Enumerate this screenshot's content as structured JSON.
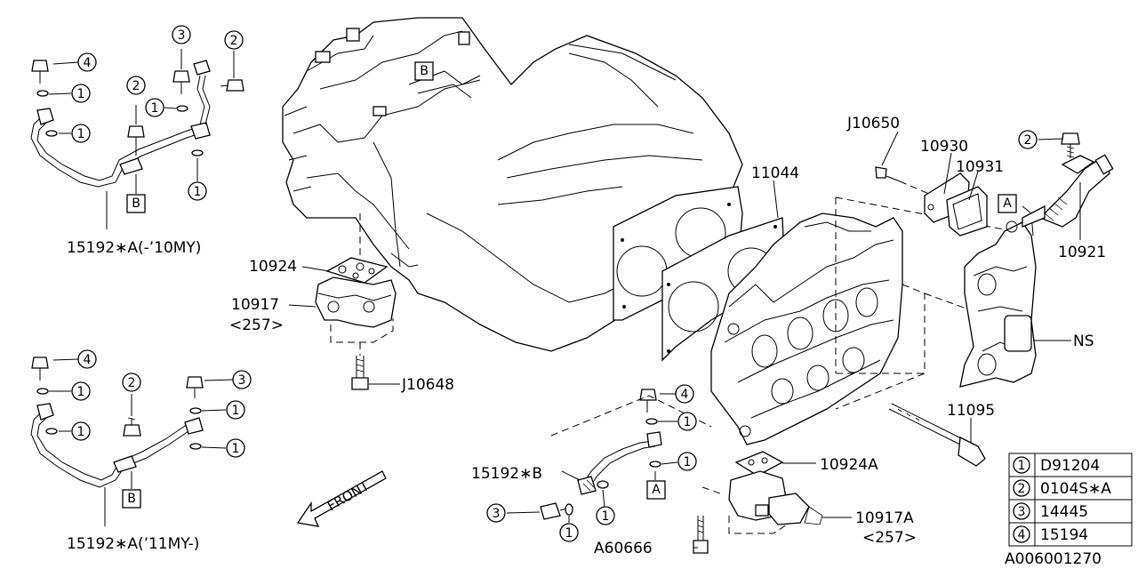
{
  "callout_numbers": {
    "one": "1",
    "two": "2",
    "three": "3",
    "four": "4"
  },
  "ref_letters": {
    "a": "A",
    "b": "B"
  },
  "part_labels": {
    "p15192a_old": "15192∗A(-’10MY)",
    "p15192a_new": "15192∗A(’11MY-)",
    "p15192b": "15192∗B",
    "p10924": "10924",
    "p10917": "10917",
    "p10917_sub": "<257>",
    "pj10648": "J10648",
    "pj10650": "J10650",
    "p10930": "10930",
    "p10931": "10931",
    "p11044": "11044",
    "p10921": "10921",
    "pns": "NS",
    "p11095": "11095",
    "p10924a": "10924A",
    "p10917a": "10917A",
    "p10917a_sub": "<257>",
    "pa60666": "A60666",
    "front": "FRONT"
  },
  "legend": [
    {
      "num": "1",
      "part": "D91204"
    },
    {
      "num": "2",
      "part": "0104S∗A"
    },
    {
      "num": "3",
      "part": "14445"
    },
    {
      "num": "4",
      "part": "15194"
    }
  ],
  "diagram_id": "A006001270"
}
